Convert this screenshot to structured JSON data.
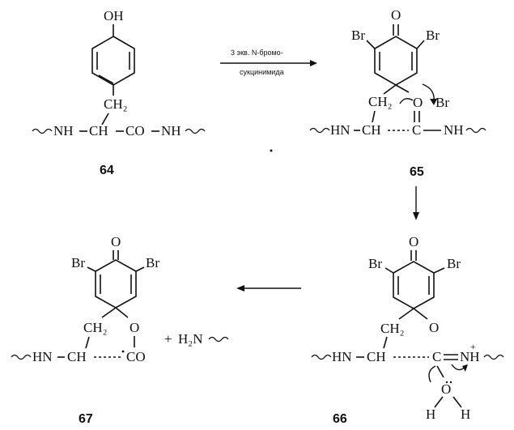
{
  "reagent": {
    "line1": "3 экв. N-бромо-",
    "line2": "сукцинимида"
  },
  "compounds": {
    "c64": {
      "number": "64",
      "oh": "OH",
      "ch2": "CH₂",
      "nh_left": "NH",
      "ch": "CH",
      "co": "CO",
      "nh_right": "NH"
    },
    "c65": {
      "number": "65",
      "o_top": "O",
      "br_left": "Br",
      "br_right": "Br",
      "br_leaving": "Br",
      "ch2": "CH₂",
      "o_carbonyl": "O",
      "hn": "HN",
      "ch": "CH",
      "c": "C",
      "nh": "NH"
    },
    "c66": {
      "number": "66",
      "o_top": "O",
      "br_left": "Br",
      "br_right": "Br",
      "ch2": "CH₂",
      "o_ring": "O",
      "hn": "HN",
      "ch": "CH",
      "c": "C",
      "nh_plus": "NH",
      "plus": "+",
      "o_water": "O",
      "h_left": "H",
      "h_right": "H"
    },
    "c67": {
      "number": "67",
      "o_top": "O",
      "br_left": "Br",
      "br_right": "Br",
      "ch2": "CH₂",
      "o_ring": "O",
      "hn": "HN",
      "ch": "CH",
      "co": "CO",
      "plus": "+",
      "h2n": "H₂N"
    }
  }
}
